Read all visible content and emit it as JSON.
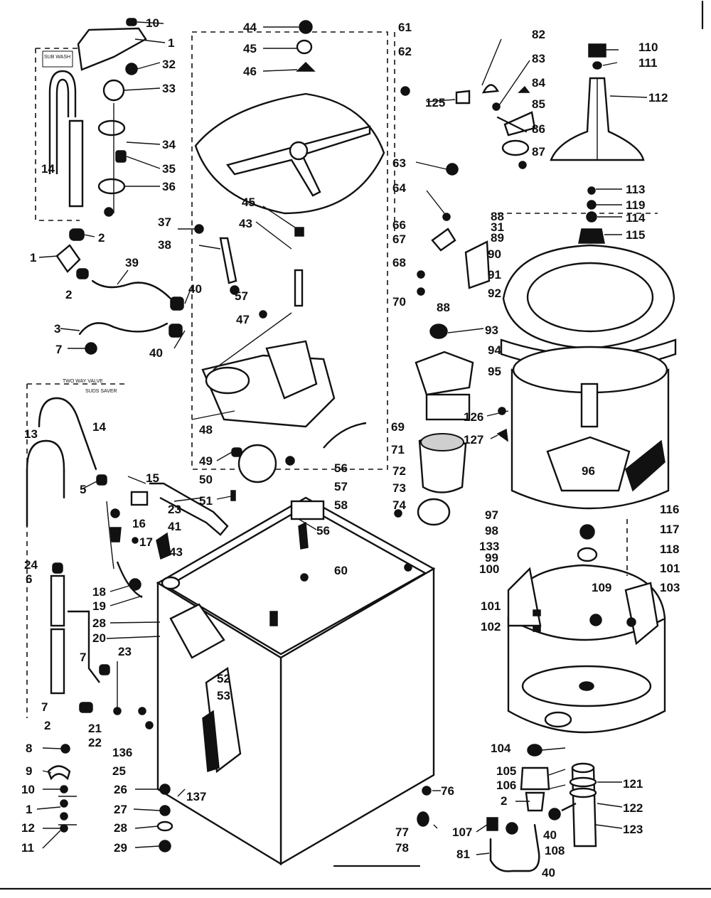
{
  "labels": [
    {
      "id": "l10a",
      "t": "10"
    },
    {
      "id": "l1a",
      "t": "1"
    },
    {
      "id": "l32",
      "t": "32"
    },
    {
      "id": "l33",
      "t": "33"
    },
    {
      "id": "l34",
      "t": "34"
    },
    {
      "id": "l35",
      "t": "35"
    },
    {
      "id": "l36",
      "t": "36"
    },
    {
      "id": "l14a",
      "t": "14"
    },
    {
      "id": "l2a",
      "t": "2"
    },
    {
      "id": "l1b",
      "t": "1"
    },
    {
      "id": "l39",
      "t": "39"
    },
    {
      "id": "l2b",
      "t": "2"
    },
    {
      "id": "l40a",
      "t": "40"
    },
    {
      "id": "l3",
      "t": "3"
    },
    {
      "id": "l40b",
      "t": "40"
    },
    {
      "id": "l7a",
      "t": "7"
    },
    {
      "id": "l37",
      "t": "37"
    },
    {
      "id": "l38",
      "t": "38"
    },
    {
      "id": "l57a",
      "t": "57"
    },
    {
      "id": "l47",
      "t": "47"
    },
    {
      "id": "l44",
      "t": "44"
    },
    {
      "id": "l45a",
      "t": "45"
    },
    {
      "id": "l46",
      "t": "46"
    },
    {
      "id": "l45b",
      "t": "45"
    },
    {
      "id": "l43a",
      "t": "43"
    },
    {
      "id": "l61",
      "t": "61"
    },
    {
      "id": "l62",
      "t": "62"
    },
    {
      "id": "l125",
      "t": "125"
    },
    {
      "id": "l63",
      "t": "63"
    },
    {
      "id": "l64",
      "t": "64"
    },
    {
      "id": "l66",
      "t": "66"
    },
    {
      "id": "l67",
      "t": "67"
    },
    {
      "id": "l68",
      "t": "68"
    },
    {
      "id": "l70",
      "t": "70"
    },
    {
      "id": "l82",
      "t": "82"
    },
    {
      "id": "l83",
      "t": "83"
    },
    {
      "id": "l84",
      "t": "84"
    },
    {
      "id": "l85",
      "t": "85"
    },
    {
      "id": "l86",
      "t": "86"
    },
    {
      "id": "l87",
      "t": "87"
    },
    {
      "id": "l88a",
      "t": "88"
    },
    {
      "id": "l31",
      "t": "31"
    },
    {
      "id": "l89",
      "t": "89"
    },
    {
      "id": "l90",
      "t": "90"
    },
    {
      "id": "l91",
      "t": "91"
    },
    {
      "id": "l92",
      "t": "92"
    },
    {
      "id": "l88b",
      "t": "88"
    },
    {
      "id": "l93",
      "t": "93"
    },
    {
      "id": "l94",
      "t": "94"
    },
    {
      "id": "l95",
      "t": "95"
    },
    {
      "id": "l96",
      "t": "96"
    },
    {
      "id": "l110",
      "t": "110"
    },
    {
      "id": "l111",
      "t": "111"
    },
    {
      "id": "l112",
      "t": "112"
    },
    {
      "id": "l113",
      "t": "113"
    },
    {
      "id": "l119",
      "t": "119"
    },
    {
      "id": "l114",
      "t": "114"
    },
    {
      "id": "l115",
      "t": "115"
    },
    {
      "id": "l126",
      "t": "126"
    },
    {
      "id": "l127",
      "t": "127"
    },
    {
      "id": "l69",
      "t": "69"
    },
    {
      "id": "l71a",
      "t": "71"
    },
    {
      "id": "l72",
      "t": "72"
    },
    {
      "id": "l73",
      "t": "73"
    },
    {
      "id": "l74",
      "t": "74"
    },
    {
      "id": "l48",
      "t": "48"
    },
    {
      "id": "l49",
      "t": "49"
    },
    {
      "id": "l50",
      "t": "50"
    },
    {
      "id": "l51",
      "t": "51"
    },
    {
      "id": "l56a",
      "t": "56"
    },
    {
      "id": "l57b",
      "t": "57"
    },
    {
      "id": "l58",
      "t": "58"
    },
    {
      "id": "l56b",
      "t": "56"
    },
    {
      "id": "l60",
      "t": "60"
    },
    {
      "id": "l15",
      "t": "15"
    },
    {
      "id": "l16",
      "t": "16"
    },
    {
      "id": "l23a",
      "t": "23"
    },
    {
      "id": "l41",
      "t": "41"
    },
    {
      "id": "l43b",
      "t": "43"
    },
    {
      "id": "l17",
      "t": "17"
    },
    {
      "id": "l18",
      "t": "18"
    },
    {
      "id": "l19",
      "t": "19"
    },
    {
      "id": "l28a",
      "t": "28"
    },
    {
      "id": "l20",
      "t": "20"
    },
    {
      "id": "l14b",
      "t": "14"
    },
    {
      "id": "l13",
      "t": "13"
    },
    {
      "id": "l5",
      "t": "5"
    },
    {
      "id": "l24",
      "t": "24"
    },
    {
      "id": "l6",
      "t": "6"
    },
    {
      "id": "l7b",
      "t": "7"
    },
    {
      "id": "l7c",
      "t": "7"
    },
    {
      "id": "l23b",
      "t": "23"
    },
    {
      "id": "l2c",
      "t": "2"
    },
    {
      "id": "l21",
      "t": "21"
    },
    {
      "id": "l22",
      "t": "22"
    },
    {
      "id": "l136",
      "t": "136"
    },
    {
      "id": "l25",
      "t": "25"
    },
    {
      "id": "l137",
      "t": "137"
    },
    {
      "id": "l8",
      "t": "8"
    },
    {
      "id": "l9",
      "t": "9"
    },
    {
      "id": "l10b",
      "t": "10"
    },
    {
      "id": "l1c",
      "t": "1"
    },
    {
      "id": "l12",
      "t": "12"
    },
    {
      "id": "l11",
      "t": "11"
    },
    {
      "id": "l26",
      "t": "26"
    },
    {
      "id": "l27",
      "t": "27"
    },
    {
      "id": "l28b",
      "t": "28"
    },
    {
      "id": "l29",
      "t": "29"
    },
    {
      "id": "l52",
      "t": "52"
    },
    {
      "id": "l53",
      "t": "53"
    },
    {
      "id": "l97",
      "t": "97"
    },
    {
      "id": "l98",
      "t": "98"
    },
    {
      "id": "l133",
      "t": "133"
    },
    {
      "id": "l99",
      "t": "99"
    },
    {
      "id": "l100",
      "t": "100"
    },
    {
      "id": "l116",
      "t": "116"
    },
    {
      "id": "l117",
      "t": "117"
    },
    {
      "id": "l118",
      "t": "118"
    },
    {
      "id": "l101a",
      "t": "101"
    },
    {
      "id": "l103a",
      "t": "103"
    },
    {
      "id": "l109",
      "t": "109"
    },
    {
      "id": "l101b",
      "t": "101"
    },
    {
      "id": "l102",
      "t": "102"
    },
    {
      "id": "l104",
      "t": "104"
    },
    {
      "id": "l105",
      "t": "105"
    },
    {
      "id": "l106",
      "t": "106"
    },
    {
      "id": "l2d",
      "t": "2"
    },
    {
      "id": "l107",
      "t": "107"
    },
    {
      "id": "l81",
      "t": "81"
    },
    {
      "id": "l40c",
      "t": "40"
    },
    {
      "id": "l108",
      "t": "108"
    },
    {
      "id": "l40d",
      "t": "40"
    },
    {
      "id": "l121",
      "t": "121"
    },
    {
      "id": "l122",
      "t": "122"
    },
    {
      "id": "l123",
      "t": "123"
    },
    {
      "id": "l76",
      "t": "76"
    },
    {
      "id": "l77",
      "t": "77"
    },
    {
      "id": "l78",
      "t": "78"
    }
  ],
  "insets": {
    "top_left_caption": "SUB\nWASH",
    "lower_left_caption": "TWO WAY VALVE",
    "lower_left_sub": "SUDS\nSAVER"
  }
}
